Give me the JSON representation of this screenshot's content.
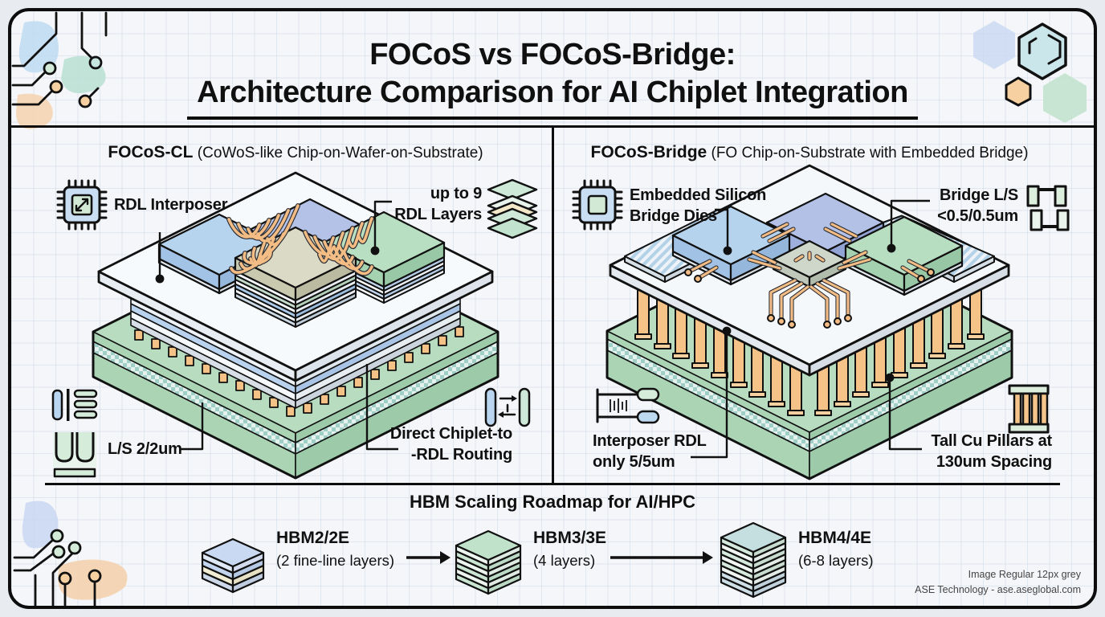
{
  "header": {
    "title_line1": "FOCoS vs FOCoS-Bridge:",
    "title_line2": "Architecture Comparison for AI Chiplet Integration"
  },
  "panels": {
    "left": {
      "title_bold": "FOCoS-CL",
      "title_rest": " (CoWoS-like Chip-on-Wafer-on-Substrate)",
      "callouts": {
        "interposer": {
          "label": "RDL Interposer",
          "icon": "chip-arrow-icon"
        },
        "layers": {
          "line1": "up to 9",
          "line2": "RDL Layers",
          "icon": "rdl-layers-stack-icon"
        },
        "line_space": {
          "label": "L/S 2/2um",
          "icon_top": "fine-lines-icon",
          "icon_bottom": "comb-trace-icon"
        },
        "routing": {
          "line1": "Direct Chiplet-to",
          "line2": "-RDL Routing",
          "icon": "chiplet-routing-icon"
        }
      }
    },
    "right": {
      "title_bold": "FOCoS-Bridge",
      "title_rest": " (FO Chip-on-Substrate with Embedded Bridge)",
      "callouts": {
        "bridge_dies": {
          "line1": "Embedded Silicon",
          "line2": "Bridge Dies",
          "icon": "chip-bridge-icon"
        },
        "bridge_ls": {
          "line1": "Bridge L/S",
          "line2": "<0.5/0.5um",
          "icon": "interdigitated-lines-icon"
        },
        "interposer_rdl": {
          "line1": "Interposer RDL",
          "line2": "only 5/5um",
          "icon": "rdl-traces-icon"
        },
        "cu_pillars": {
          "line1": "Tall Cu Pillars at",
          "line2": "130um Spacing",
          "icon": "cu-pillars-icon"
        }
      }
    }
  },
  "roadmap": {
    "title": "HBM Scaling Roadmap for AI/HPC",
    "items": [
      {
        "name": "HBM2/2E",
        "detail": "(2 fine-line layers)",
        "icon": "hbm2-stack-icon"
      },
      {
        "name": "HBM3/3E",
        "detail": "(4 layers)",
        "icon": "hbm3-stack-icon"
      },
      {
        "name": "HBM4/4E",
        "detail": "(6-8 layers)",
        "icon": "hbm4-stack-icon"
      }
    ]
  },
  "footer": {
    "line1": "Image Regular 12px grey",
    "line2": "ASE Technology - ase.aseglobal.com"
  },
  "colors": {
    "frame": "#0d0d0d",
    "background": "#f4f6f9",
    "substrate_green": "#b7dcc0",
    "copper": "#f2bc84",
    "chip_blue": "#b4c2e8",
    "chip_light_blue": "#b7d4ef",
    "chip_green": "#b9dfc2",
    "chip_tan": "#dadac6",
    "hbm2_blue": "#c9d9f2",
    "hbm3_green": "#c0e2cb",
    "hbm4_teal": "#c5dedf",
    "footer_grey": "#454545"
  }
}
